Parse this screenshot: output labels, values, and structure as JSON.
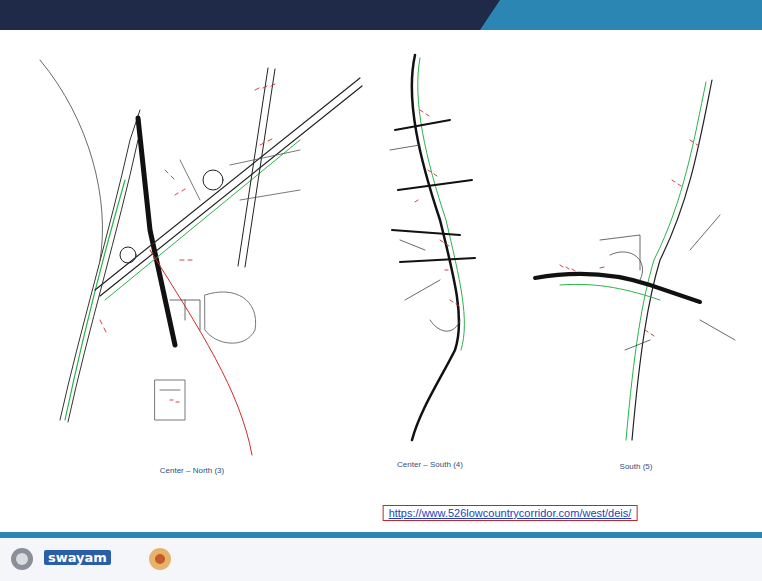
{
  "diagram": {
    "labels": [
      "Center – North (3)",
      "Center – South (4)",
      "South (5)",
      "https://www.526lowcountrycorridor.com/west/deis/",
      "swayam"
    ]
  }
}
